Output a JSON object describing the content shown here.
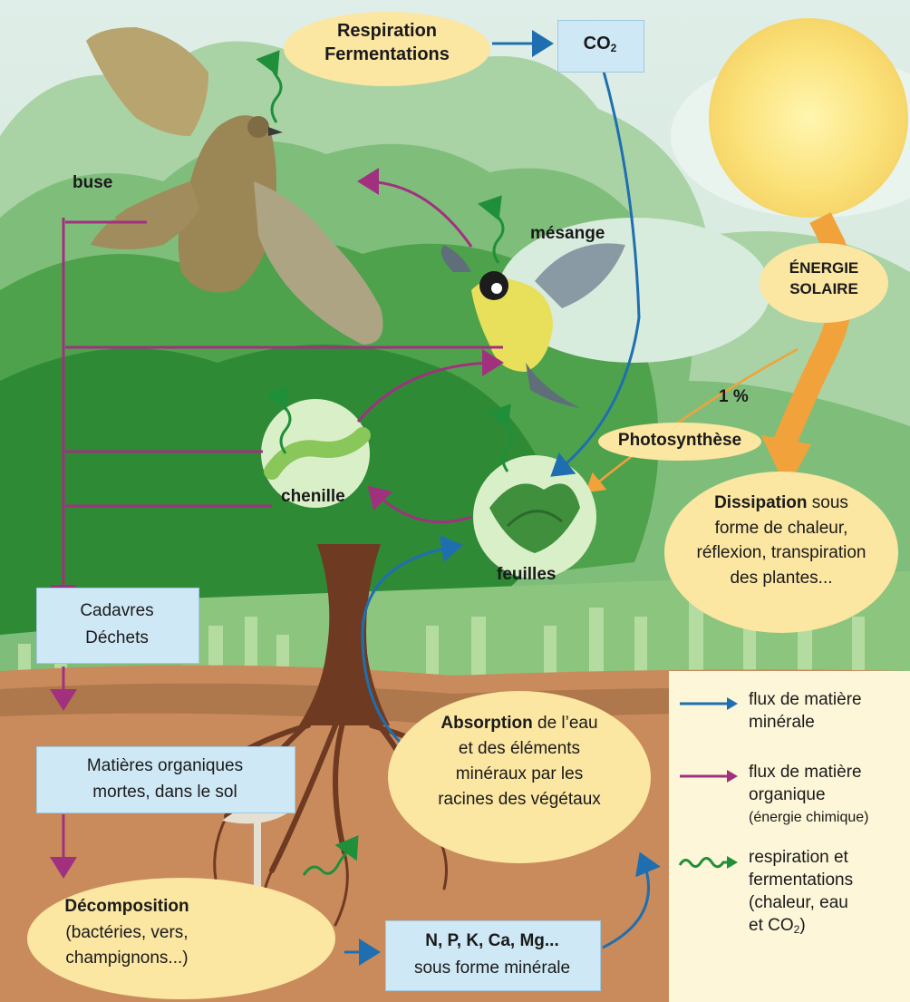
{
  "nodes": {
    "respiration": "Respiration",
    "fermentations": "Fermentations",
    "co2": "CO",
    "co2_sub": "2",
    "energie_line1": "ÉNERGIE",
    "energie_line2": "SOLAIRE",
    "buse": "buse",
    "mesange": "mésange",
    "chenille": "chenille",
    "feuilles": "feuilles",
    "pourcent": "1 %",
    "photosynthese": "Photosynthèse",
    "dissipation_bold": "Dissipation",
    "dissipation_rest1": " sous",
    "dissipation_line2": "forme de chaleur,",
    "dissipation_line3": "réflexion, transpiration",
    "dissipation_line4": "des plantes...",
    "cadavres_line1": "Cadavres",
    "cadavres_line2": "Déchets",
    "matieres_line1": "Matières organiques",
    "matieres_line2": "mortes, dans le sol",
    "absorption_bold": "Absorption",
    "absorption_rest1": " de l’eau",
    "absorption_line2": "et des éléments",
    "absorption_line3": "minéraux par les",
    "absorption_line4": "racines des végétaux",
    "decomposition_bold": "Décomposition",
    "decomposition_line2": "(bactéries, vers,",
    "decomposition_line3": "champignons...)",
    "npk_line1": "N, P, K, Ca, Mg...",
    "npk_line2": "sous forme minérale"
  },
  "legend": {
    "mineral_line1": "flux de matière",
    "mineral_line2": "minérale",
    "organic_line1": "flux de matière",
    "organic_line2": "organique",
    "organic_line3": "(énergie chimique)",
    "resp_line1": "respiration et",
    "resp_line2": "fermentations",
    "resp_line3": "(chaleur, eau",
    "resp_line4": "et CO",
    "resp_sub": "2",
    "resp_close": ")"
  },
  "colors": {
    "mineral_flow": "#1f6fb0",
    "organic_flow": "#a1317f",
    "respiration_flow": "#1f8f3a",
    "solar_flow": "#f2a23a",
    "oval_fill": "#fbe6a2",
    "box_fill": "#cfe8f6"
  },
  "icons": [
    "buzzard-illustration",
    "great-tit-illustration",
    "caterpillar-illustration",
    "leaves-illustration",
    "mushroom-illustration",
    "sun-illustration",
    "tree-illustration"
  ]
}
